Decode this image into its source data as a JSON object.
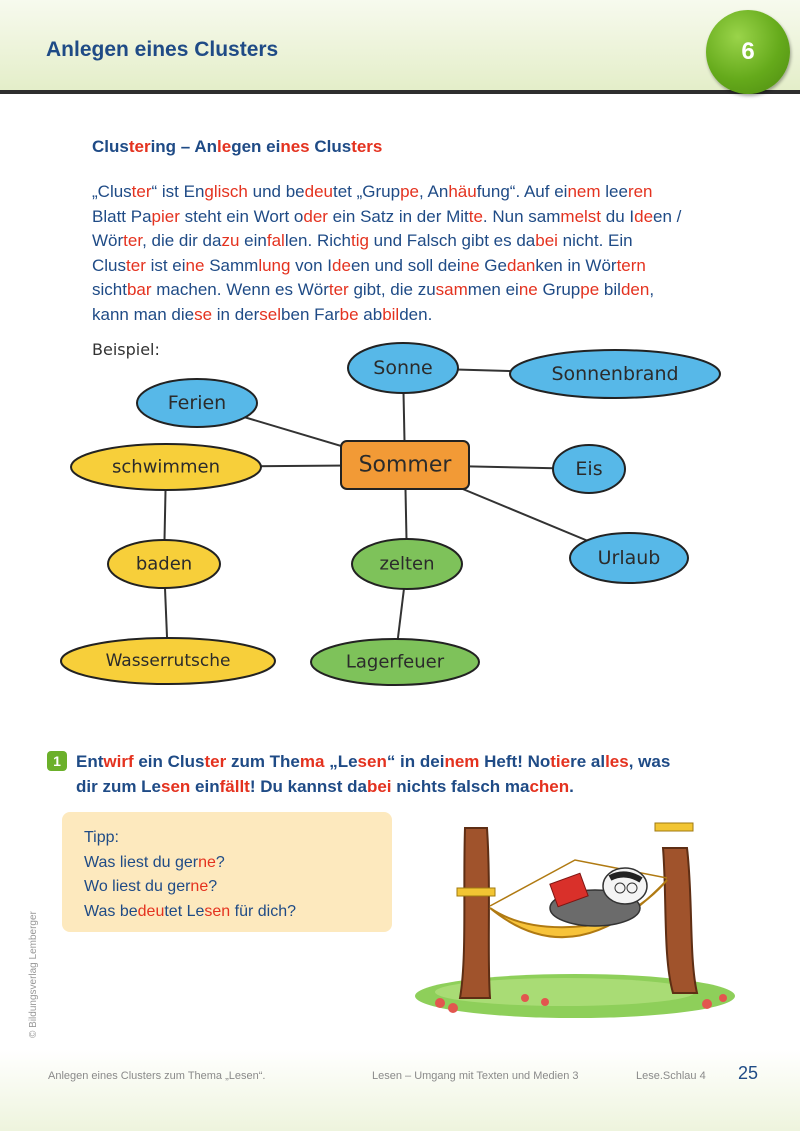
{
  "header": {
    "title": "Anlegen eines Clusters",
    "chapter": "6"
  },
  "section": {
    "title_parts": [
      {
        "t": "Clus",
        "r": false
      },
      {
        "t": "ter",
        "r": true
      },
      {
        "t": "ing – An",
        "r": false
      },
      {
        "t": "le",
        "r": true
      },
      {
        "t": "gen ei",
        "r": false
      },
      {
        "t": "nes",
        "r": true
      },
      {
        "t": " Clus",
        "r": false
      },
      {
        "t": "ters",
        "r": true
      }
    ]
  },
  "intro_lines": [
    [
      {
        "t": "„Clus",
        "r": false
      },
      {
        "t": "ter",
        "r": true
      },
      {
        "t": "“ ist En",
        "r": false
      },
      {
        "t": "glisch",
        "r": true
      },
      {
        "t": " und be",
        "r": false
      },
      {
        "t": "deu",
        "r": true
      },
      {
        "t": "tet „Grup",
        "r": false
      },
      {
        "t": "pe",
        "r": true
      },
      {
        "t": ", An",
        "r": false
      },
      {
        "t": "häu",
        "r": true
      },
      {
        "t": "fung“. Auf ei",
        "r": false
      },
      {
        "t": "nem",
        "r": true
      },
      {
        "t": " lee",
        "r": false
      },
      {
        "t": "ren",
        "r": true
      }
    ],
    [
      {
        "t": "Blatt Pa",
        "r": false
      },
      {
        "t": "pier",
        "r": true
      },
      {
        "t": " steht ein Wort o",
        "r": false
      },
      {
        "t": "der",
        "r": true
      },
      {
        "t": " ein Satz in der Mit",
        "r": false
      },
      {
        "t": "te",
        "r": true
      },
      {
        "t": ". Nun sam",
        "r": false
      },
      {
        "t": "melst",
        "r": true
      },
      {
        "t": " du I",
        "r": false
      },
      {
        "t": "de",
        "r": true
      },
      {
        "t": "en /",
        "r": false
      }
    ],
    [
      {
        "t": "Wör",
        "r": false
      },
      {
        "t": "ter",
        "r": true
      },
      {
        "t": ", die dir da",
        "r": false
      },
      {
        "t": "zu",
        "r": true
      },
      {
        "t": " ein",
        "r": false
      },
      {
        "t": "fal",
        "r": true
      },
      {
        "t": "len. Rich",
        "r": false
      },
      {
        "t": "tig",
        "r": true
      },
      {
        "t": " und Falsch gibt es da",
        "r": false
      },
      {
        "t": "bei",
        "r": true
      },
      {
        "t": " nicht. Ein",
        "r": false
      }
    ],
    [
      {
        "t": "Clus",
        "r": false
      },
      {
        "t": "ter",
        "r": true
      },
      {
        "t": " ist ei",
        "r": false
      },
      {
        "t": "ne",
        "r": true
      },
      {
        "t": " Samm",
        "r": false
      },
      {
        "t": "lung",
        "r": true
      },
      {
        "t": " von I",
        "r": false
      },
      {
        "t": "de",
        "r": true
      },
      {
        "t": "en und soll dei",
        "r": false
      },
      {
        "t": "ne",
        "r": true
      },
      {
        "t": " Ge",
        "r": false
      },
      {
        "t": "dan",
        "r": true
      },
      {
        "t": "ken in Wör",
        "r": false
      },
      {
        "t": "tern",
        "r": true
      }
    ],
    [
      {
        "t": "sicht",
        "r": false
      },
      {
        "t": "bar",
        "r": true
      },
      {
        "t": " ma",
        "r": false
      },
      {
        "t": "chen. Wenn es Wör",
        "r": false
      },
      {
        "t": "ter",
        "r": true
      },
      {
        "t": " gibt, die zu",
        "r": false
      },
      {
        "t": "sam",
        "r": true
      },
      {
        "t": "men ei",
        "r": false
      },
      {
        "t": "ne",
        "r": true
      },
      {
        "t": " Grup",
        "r": false
      },
      {
        "t": "pe",
        "r": true
      },
      {
        "t": " bil",
        "r": false
      },
      {
        "t": "den",
        "r": true
      },
      {
        "t": ",",
        "r": false
      }
    ],
    [
      {
        "t": "kann man die",
        "r": false
      },
      {
        "t": "se",
        "r": true
      },
      {
        "t": " in der",
        "r": false
      },
      {
        "t": "sel",
        "r": true
      },
      {
        "t": "ben Far",
        "r": false
      },
      {
        "t": "be",
        "r": true
      },
      {
        "t": " ab",
        "r": false
      },
      {
        "t": "bil",
        "r": true
      },
      {
        "t": "den.",
        "r": false
      }
    ]
  ],
  "diagram": {
    "label": "Beispiel:",
    "colors": {
      "blue": "#57b8e8",
      "orange": "#f29a36",
      "yellow": "#f7cf3a",
      "green": "#7ec25a"
    },
    "nodes": [
      {
        "id": "sommer",
        "text": "Sommer",
        "color": "orange",
        "shape": "rect"
      },
      {
        "id": "sonne",
        "text": "Sonne",
        "color": "blue"
      },
      {
        "id": "sonnenbrand",
        "text": "Sonnenbrand",
        "color": "blue"
      },
      {
        "id": "ferien",
        "text": "Ferien",
        "color": "blue"
      },
      {
        "id": "schwimmen",
        "text": "schwimmen",
        "color": "yellow"
      },
      {
        "id": "eis",
        "text": "Eis",
        "color": "blue"
      },
      {
        "id": "urlaub",
        "text": "Urlaub",
        "color": "blue"
      },
      {
        "id": "baden",
        "text": "baden",
        "color": "yellow"
      },
      {
        "id": "zelten",
        "text": "zelten",
        "color": "green"
      },
      {
        "id": "wasserrutsche",
        "text": "Wasserrutsche",
        "color": "yellow"
      },
      {
        "id": "lagerfeuer",
        "text": "Lagerfeuer",
        "color": "green"
      }
    ],
    "edges": [
      [
        "sommer",
        "sonne"
      ],
      [
        "sonne",
        "sonnenbrand"
      ],
      [
        "sommer",
        "ferien"
      ],
      [
        "sommer",
        "schwimmen"
      ],
      [
        "sommer",
        "eis"
      ],
      [
        "sommer",
        "urlaub"
      ],
      [
        "sommer",
        "zelten"
      ],
      [
        "schwimmen",
        "baden"
      ],
      [
        "baden",
        "wasserrutsche"
      ],
      [
        "zelten",
        "lagerfeuer"
      ]
    ]
  },
  "task": {
    "number": "1",
    "lines": [
      [
        {
          "t": "Ent",
          "r": false
        },
        {
          "t": "wirf",
          "r": true
        },
        {
          "t": " ein Clus",
          "r": false
        },
        {
          "t": "ter",
          "r": true
        },
        {
          "t": " zum The",
          "r": false
        },
        {
          "t": "ma",
          "r": true
        },
        {
          "t": " „Le",
          "r": false
        },
        {
          "t": "sen",
          "r": true
        },
        {
          "t": "“ in dei",
          "r": false
        },
        {
          "t": "nem",
          "r": true
        },
        {
          "t": " Heft! No",
          "r": false
        },
        {
          "t": "tie",
          "r": true
        },
        {
          "t": "re al",
          "r": false
        },
        {
          "t": "les",
          "r": true
        },
        {
          "t": ", was",
          "r": false
        }
      ],
      [
        {
          "t": "dir zum Le",
          "r": false
        },
        {
          "t": "sen",
          "r": true
        },
        {
          "t": " ein",
          "r": false
        },
        {
          "t": "fällt",
          "r": true
        },
        {
          "t": "! Du kannst da",
          "r": false
        },
        {
          "t": "bei",
          "r": true
        },
        {
          "t": " nichts falsch ma",
          "r": false
        },
        {
          "t": "chen",
          "r": true
        },
        {
          "t": ".",
          "r": false
        }
      ]
    ]
  },
  "tip": {
    "lines": [
      [
        {
          "t": "Tipp:",
          "r": false
        }
      ],
      [
        {
          "t": "Was liest du ger",
          "r": false
        },
        {
          "t": "ne",
          "r": true
        },
        {
          "t": "?",
          "r": false
        }
      ],
      [
        {
          "t": "Wo liest du ger",
          "r": false
        },
        {
          "t": "ne",
          "r": true
        },
        {
          "t": "?",
          "r": false
        }
      ],
      [
        {
          "t": "Was be",
          "r": false
        },
        {
          "t": "deu",
          "r": true
        },
        {
          "t": "tet Le",
          "r": false
        },
        {
          "t": "sen",
          "r": true
        },
        {
          "t": " für dich?",
          "r": false
        }
      ]
    ]
  },
  "copyright": "© Bildungsverlag Lemberger",
  "footer": {
    "left": "Anlegen eines Clusters zum Thema „Lesen“.",
    "middle": "Lesen – Umgang mit Texten und Medien 3",
    "right": "Lese.Schlau 4",
    "page": "25"
  }
}
